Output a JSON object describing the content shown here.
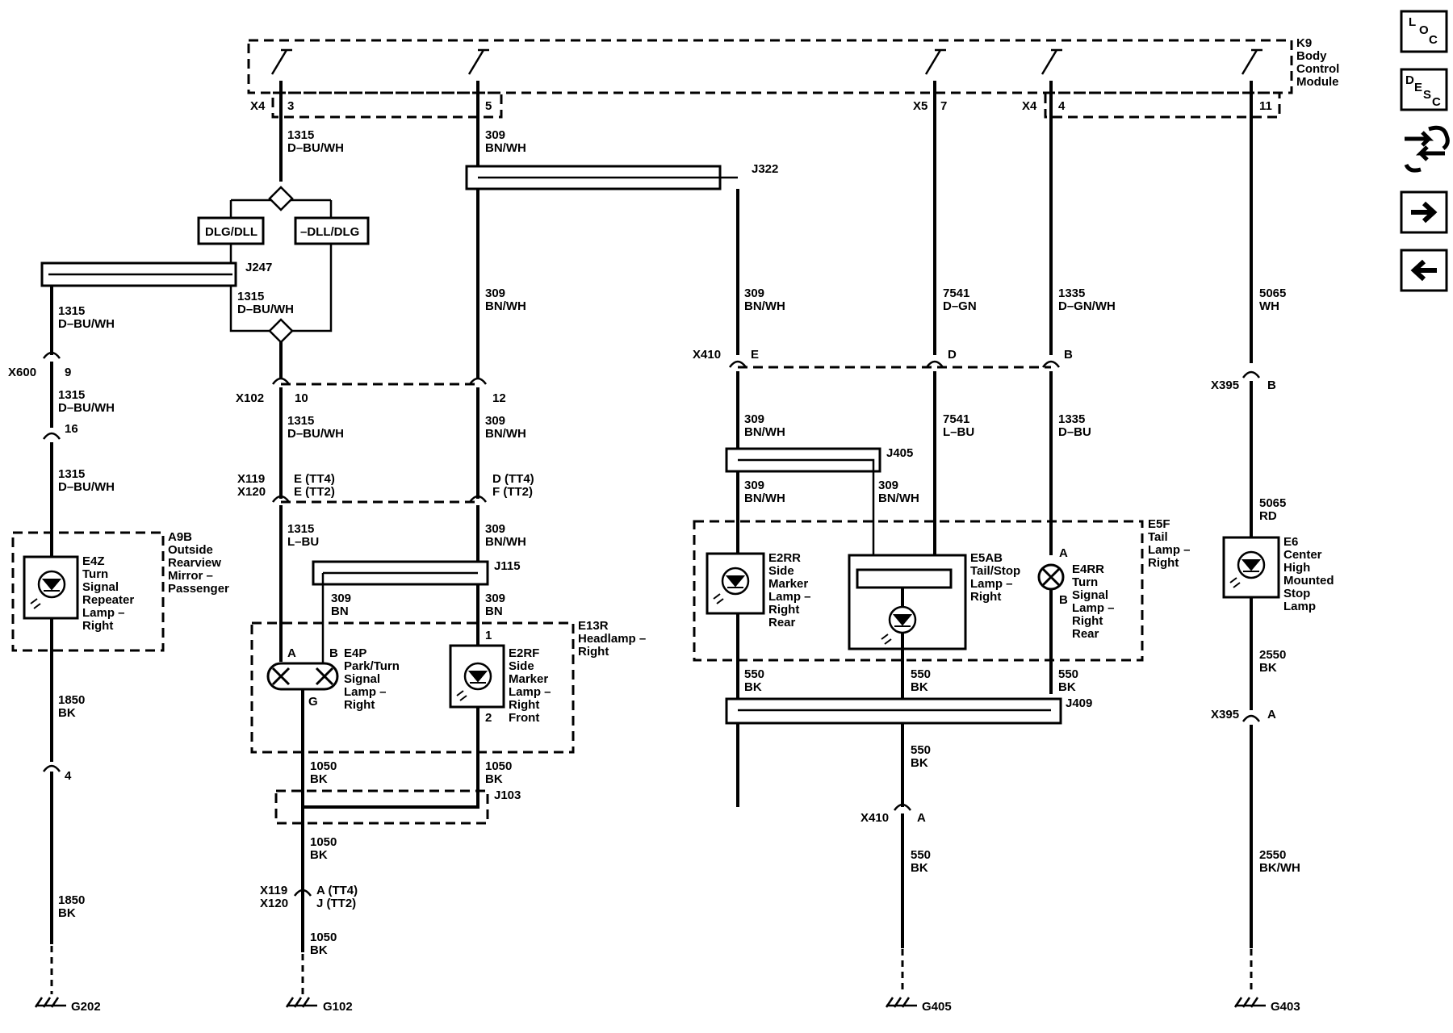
{
  "module": {
    "ref": "K9",
    "name_line1": "Body",
    "name_line2": "Control",
    "name_line3": "Module"
  },
  "nav": {
    "loc": [
      "L",
      "O",
      "C"
    ],
    "desc": [
      "D",
      "E",
      "S",
      "C"
    ]
  },
  "connectors": {
    "x4": "X4",
    "x5": "X5",
    "x4b": "X4",
    "x600": "X600",
    "x102": "X102",
    "x119a": "X119",
    "x120a": "X120",
    "x119b": "X119",
    "x120b": "X120",
    "x410a": "X410",
    "x410b": "X410",
    "x395a": "X395",
    "x395b": "X395"
  },
  "pins": {
    "p3": "3",
    "p5": "5",
    "p7": "7",
    "p4": "4",
    "p11": "11",
    "p9": "9",
    "p16": "16",
    "p4b": "4",
    "p10": "10",
    "p12": "12",
    "e_tt4": "E (TT4)",
    "e_tt2": "E (TT2)",
    "d_tt4": "D (TT4)",
    "f_tt2": "F (TT2)",
    "a_tt4": "A (TT4)",
    "j_tt2": "J (TT2)",
    "pE": "E",
    "pD": "D",
    "pB": "B",
    "pBx395": "B",
    "pAx395": "A",
    "pAx410": "A",
    "lampA": "A",
    "lampB": "B",
    "lampG": "G",
    "lamp1": "1",
    "lamp2": "2",
    "e4rrA": "A",
    "e4rrB": "B"
  },
  "splices": {
    "j322": "J322",
    "j247": "J247",
    "j405": "J405",
    "j115": "J115",
    "j103": "J103",
    "j409": "J409"
  },
  "options": {
    "dlg": "DLG/DLL",
    "ndlg": "–DLL/DLG"
  },
  "wires": {
    "w1315a": [
      "1315",
      "D–BU/WH"
    ],
    "w309a": [
      "309",
      "BN/WH"
    ],
    "w1315b": [
      "1315",
      "D–BU/WH"
    ],
    "w1315c": [
      "1315",
      "D–BU/WH"
    ],
    "w309b": [
      "309",
      "BN/WH"
    ],
    "w309c": [
      "309",
      "BN/WH"
    ],
    "w7541a": [
      "7541",
      "D–GN"
    ],
    "w1335a": [
      "1335",
      "D–GN/WH"
    ],
    "w5065a": [
      "5065",
      "WH"
    ],
    "w1315d": [
      "1315",
      "D–BU/WH"
    ],
    "w1315e": [
      "1315",
      "D–BU/WH"
    ],
    "w1315f": [
      "1315",
      "D–BU/WH"
    ],
    "w309d": [
      "309",
      "BN/WH"
    ],
    "w309e": [
      "309",
      "BN/WH"
    ],
    "w7541b": [
      "7541",
      "L–BU"
    ],
    "w1335b": [
      "1335",
      "D–BU"
    ],
    "w1315g": [
      "1315",
      "L–BU"
    ],
    "w309f": [
      "309",
      "BN/WH"
    ],
    "w309g": [
      "309",
      "BN/WH"
    ],
    "w309h": [
      "309",
      "BN/WH"
    ],
    "w309i": [
      "309",
      "BN"
    ],
    "w309j": [
      "309",
      "BN"
    ],
    "w5065b": [
      "5065",
      "RD"
    ],
    "w1850a": [
      "1850",
      "BK"
    ],
    "w1850b": [
      "1850",
      "BK"
    ],
    "w1050a": [
      "1050",
      "BK"
    ],
    "w1050b": [
      "1050",
      "BK"
    ],
    "w1050c": [
      "1050",
      "BK"
    ],
    "w1050d": [
      "1050",
      "BK"
    ],
    "w550a": [
      "550",
      "BK"
    ],
    "w550b": [
      "550",
      "BK"
    ],
    "w550c": [
      "550",
      "BK"
    ],
    "w550d": [
      "550",
      "BK"
    ],
    "w550e": [
      "550",
      "BK"
    ],
    "w2550a": [
      "2550",
      "BK"
    ],
    "w2550b": [
      "2550",
      "BK/WH"
    ]
  },
  "components": {
    "a9b": [
      "A9B",
      "Outside",
      "Rearview",
      "Mirror –",
      "Passenger"
    ],
    "e4z": [
      "E4Z",
      "Turn",
      "Signal",
      "Repeater",
      "Lamp –",
      "Right"
    ],
    "e13r": [
      "E13R",
      "Headlamp –",
      "Right"
    ],
    "e4p": [
      "E4P",
      "Park/Turn",
      "Signal",
      "Lamp –",
      "Right"
    ],
    "e2rf": [
      "E2RF",
      "Side",
      "Marker",
      "Lamp –",
      "Right",
      "Front"
    ],
    "e5f": [
      "E5F",
      "Tail",
      "Lamp –",
      "Right"
    ],
    "e2rr": [
      "E2RR",
      "Side",
      "Marker",
      "Lamp –",
      "Right",
      "Rear"
    ],
    "e5ab": [
      "E5AB",
      "Tail/Stop",
      "Lamp –",
      "Right"
    ],
    "e4rr": [
      "E4RR",
      "Turn",
      "Signal",
      "Lamp –",
      "Right",
      "Rear"
    ],
    "e6": [
      "E6",
      "Center",
      "High",
      "Mounted",
      "Stop",
      "Lamp"
    ]
  },
  "grounds": {
    "g202": "G202",
    "g102": "G102",
    "g405": "G405",
    "g403": "G403"
  }
}
